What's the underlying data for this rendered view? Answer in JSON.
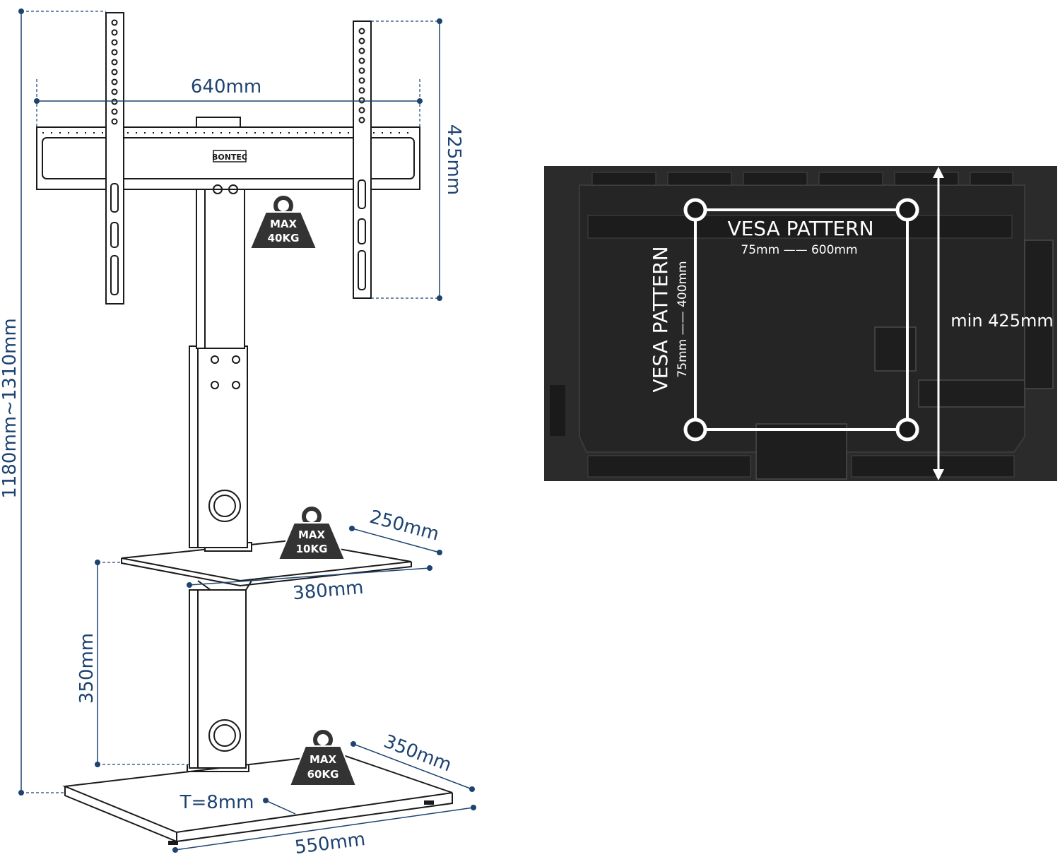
{
  "stand": {
    "brand": "BONTEC",
    "dimensions": {
      "total_height": "1180mm~1310mm",
      "bracket_width": "640mm",
      "bracket_height": "425mm",
      "shelf_depth": "250mm",
      "shelf_width": "380mm",
      "shelf_gap": "350mm",
      "base_depth": "350mm",
      "base_width": "550mm",
      "base_thickness": "T=8mm"
    },
    "loads": {
      "bracket": {
        "line1": "MAX",
        "line2": "40KG"
      },
      "shelf": {
        "line1": "MAX",
        "line2": "10KG"
      },
      "base": {
        "line1": "MAX",
        "line2": "60KG"
      }
    }
  },
  "tv": {
    "vesa_horizontal_title": "VESA PATTERN",
    "vesa_horizontal_range": "75mm —— 600mm",
    "vesa_vertical_title": "VESA PATTERN",
    "vesa_vertical_range": "75mm —— 400mm",
    "min_height": "min 425mm"
  },
  "colors": {
    "dimension": "#1d4371",
    "tv_body": "#2b2b2b",
    "badge": "#333333"
  }
}
